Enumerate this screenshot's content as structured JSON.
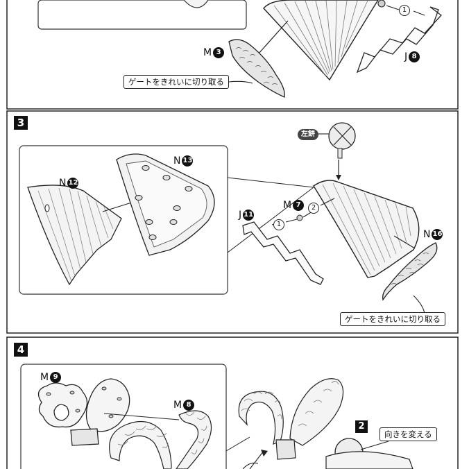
{
  "colors": {
    "ink": "#111111",
    "paper": "#ffffff",
    "pill": "#444444"
  },
  "step2": {
    "labels": [
      {
        "name": "M",
        "num": "3"
      },
      {
        "name": "J",
        "num": "8"
      }
    ],
    "circle_num": "1",
    "callout": "ゲートをきれいに切り取る"
  },
  "step3": {
    "badge": "3",
    "labels": [
      {
        "name": "N",
        "num": "13"
      },
      {
        "name": "N",
        "num": "12"
      },
      {
        "name": "M",
        "num": "7"
      },
      {
        "name": "J",
        "num": "11"
      },
      {
        "name": "N",
        "num": "16"
      }
    ],
    "pill": "左餅",
    "circle_nums": [
      "2",
      "1"
    ],
    "callout": "ゲートをきれいに切り取る"
  },
  "step4": {
    "badge": "4",
    "labels": [
      {
        "name": "M",
        "num": "9"
      },
      {
        "name": "M",
        "num": "8"
      }
    ],
    "sub_badge": "2",
    "callout": "向きを変える"
  }
}
